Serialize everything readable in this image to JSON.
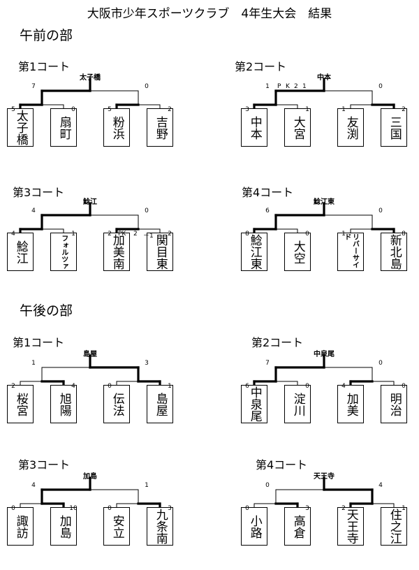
{
  "title": "大阪市少年スポーツクラブ　4年生大会　結果",
  "sessions": [
    {
      "label": "午前の部",
      "courts": [
        {
          "label": "第1コート",
          "winner": "太子橋",
          "teams": [
            "太子橋",
            "扇町",
            "粉浜",
            "吉野"
          ],
          "r1": [
            "5",
            "0",
            "5",
            "2"
          ],
          "final": [
            "7",
            "0"
          ],
          "win1": 0,
          "win2": 0,
          "finalWin": 0
        },
        {
          "label": "第2コート",
          "winner": "中本",
          "teams": [
            "中本",
            "大宮",
            "友渕",
            "三国"
          ],
          "r1": [
            "3",
            "1",
            "1",
            "2"
          ],
          "final": [
            "1",
            "0"
          ],
          "finalPk": [
            "P",
            "K",
            "2",
            "1"
          ],
          "win1": 0,
          "win2": 1,
          "finalWin": 0
        },
        {
          "label": "第3コート",
          "winner": "鯰江",
          "teams": [
            "鯰江",
            "フォルツァ",
            "加美南",
            "関目東"
          ],
          "r1": [
            "4",
            "1",
            "2",
            "2"
          ],
          "final": [
            "4",
            "0"
          ],
          "r1Pk": [
            "PK",
            "2",
            "－1"
          ],
          "win1": 0,
          "win2": 0,
          "finalWin": 0
        },
        {
          "label": "第4コート",
          "winner": "鯰江東",
          "teams": [
            "鯰江東",
            "大空",
            "リバーサイド",
            "新北島"
          ],
          "r1": [
            "8",
            "0",
            "1",
            "8"
          ],
          "final": [
            "6",
            "0"
          ],
          "win1": 0,
          "win2": 1,
          "finalWin": 0
        }
      ]
    },
    {
      "label": "午後の部",
      "courts": [
        {
          "label": "第1コート",
          "winner": "島屋",
          "teams": [
            "桜宮",
            "旭陽",
            "伝法",
            "島屋"
          ],
          "r1": [
            "2",
            "4",
            "0",
            "1"
          ],
          "final": [
            "1",
            "3"
          ],
          "win1": 1,
          "win2": 1,
          "finalWin": 1
        },
        {
          "label": "第2コート",
          "winner": "中泉尾",
          "teams": [
            "中泉尾",
            "淀川",
            "加美",
            "明治"
          ],
          "r1": [
            "6",
            "0",
            "4",
            "0"
          ],
          "final": [
            "7",
            "0"
          ],
          "win1": 0,
          "win2": 0,
          "finalWin": 0
        },
        {
          "label": "第3コート",
          "winner": "加島",
          "teams": [
            "諏訪",
            "加島",
            "安立",
            "九条南"
          ],
          "r1": [
            "0",
            "10",
            "0",
            "3"
          ],
          "final": [
            "4",
            "1"
          ],
          "win1": 1,
          "win2": 1,
          "finalWin": 0
        },
        {
          "label": "第4コート",
          "winner": "天王寺",
          "teams": [
            "小路",
            "高倉",
            "天王寺",
            "住之江"
          ],
          "r1": [
            "0",
            "3",
            "2",
            "1"
          ],
          "final": [
            "0",
            "4"
          ],
          "win1": 1,
          "win2": 0,
          "finalWin": 1
        }
      ]
    }
  ]
}
